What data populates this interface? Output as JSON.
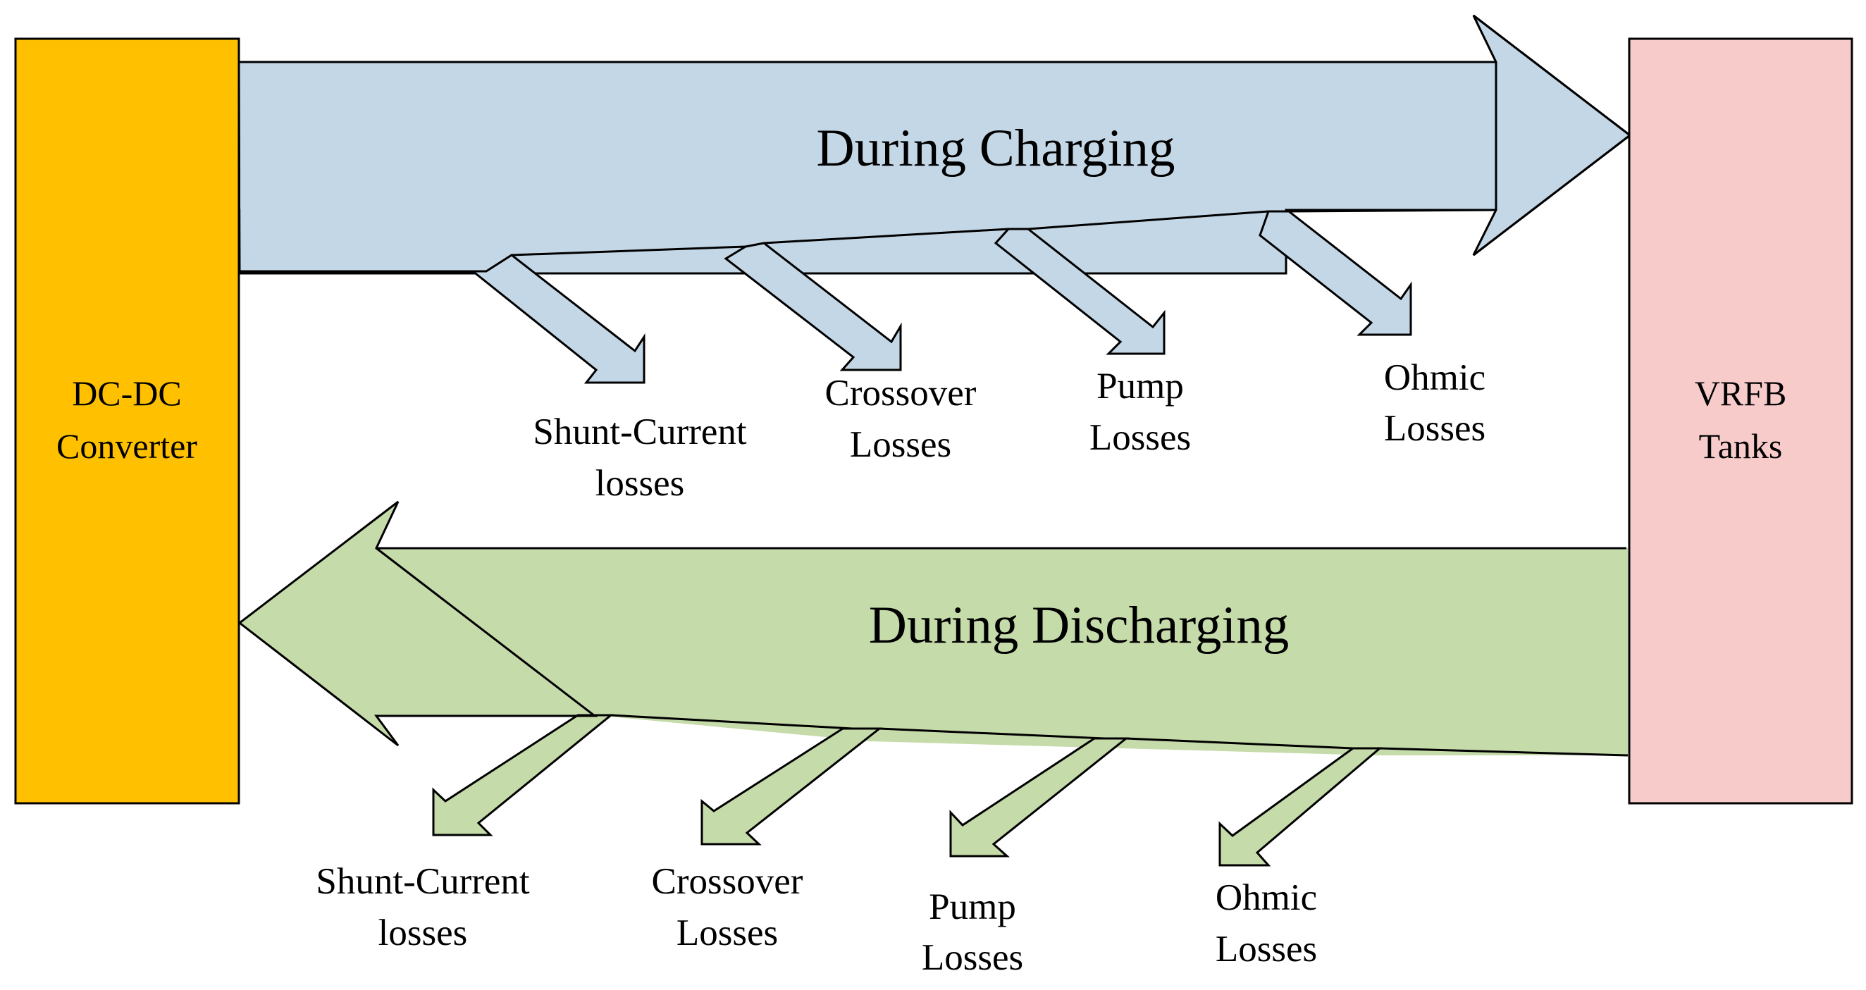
{
  "converter": {
    "label_line1": "DC-DC",
    "label_line2": "Converter",
    "color": "#FFC000"
  },
  "tanks": {
    "label_line1": "VRFB",
    "label_line2": "Tanks",
    "color": "#F8CBCB"
  },
  "charging": {
    "label": "During Charging",
    "color": "#C4D7E6",
    "losses": [
      {
        "line1": "Shunt-Current",
        "line2": "losses"
      },
      {
        "line1": "Crossover",
        "line2": "Losses"
      },
      {
        "line1": "Pump",
        "line2": "Losses"
      },
      {
        "line1": "Ohmic",
        "line2": "Losses"
      }
    ]
  },
  "discharging": {
    "label": "During Discharging",
    "color": "#C6DBAA",
    "losses": [
      {
        "line1": "Shunt-Current",
        "line2": "losses"
      },
      {
        "line1": "Crossover",
        "line2": "Losses"
      },
      {
        "line1": "Pump",
        "line2": "Losses"
      },
      {
        "line1": "Ohmic",
        "line2": "Losses"
      }
    ]
  }
}
